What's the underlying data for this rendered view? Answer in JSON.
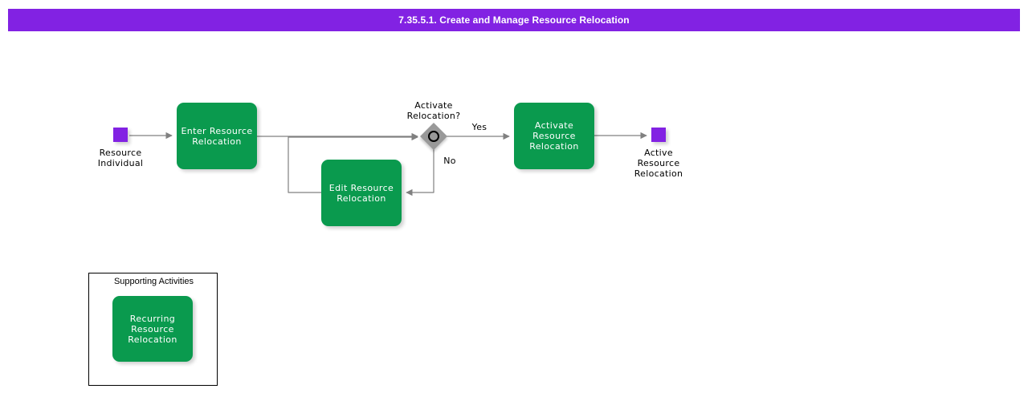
{
  "header": {
    "title": "7.35.5.1. Create and Manage Resource Relocation",
    "bar_color": "#8222e3",
    "text_color": "#ffffff"
  },
  "colors": {
    "task_green": "#0a9a4e",
    "event_purple": "#8222e3",
    "gateway_gray": "#999999",
    "connector_gray": "#808080",
    "group_border": "#000000"
  },
  "diagram": {
    "type": "process-flow",
    "start_event": {
      "name": "resource-individual",
      "label": "Resource\nIndividual",
      "shape": "square",
      "color": "#8222e3"
    },
    "end_event": {
      "name": "active-resource-relocation",
      "label": "Active\nResource\nRelocation",
      "shape": "square",
      "color": "#8222e3"
    },
    "tasks": [
      {
        "id": "enter",
        "label": "Enter Resource\nRelocation"
      },
      {
        "id": "edit",
        "label": "Edit Resource\nRelocation"
      },
      {
        "id": "activate",
        "label": "Activate\nResource\nRelocation"
      }
    ],
    "gateway": {
      "id": "activate-relocation-gateway",
      "label": "Activate\nRelocation?",
      "type": "inclusive",
      "branches": [
        {
          "label": "Yes",
          "target": "activate"
        },
        {
          "label": "No",
          "target": "edit"
        }
      ]
    },
    "supporting": {
      "title": "Supporting Activities",
      "tasks": [
        {
          "id": "recurring",
          "label": "Recurring\nResource\nRelocation"
        }
      ]
    }
  }
}
